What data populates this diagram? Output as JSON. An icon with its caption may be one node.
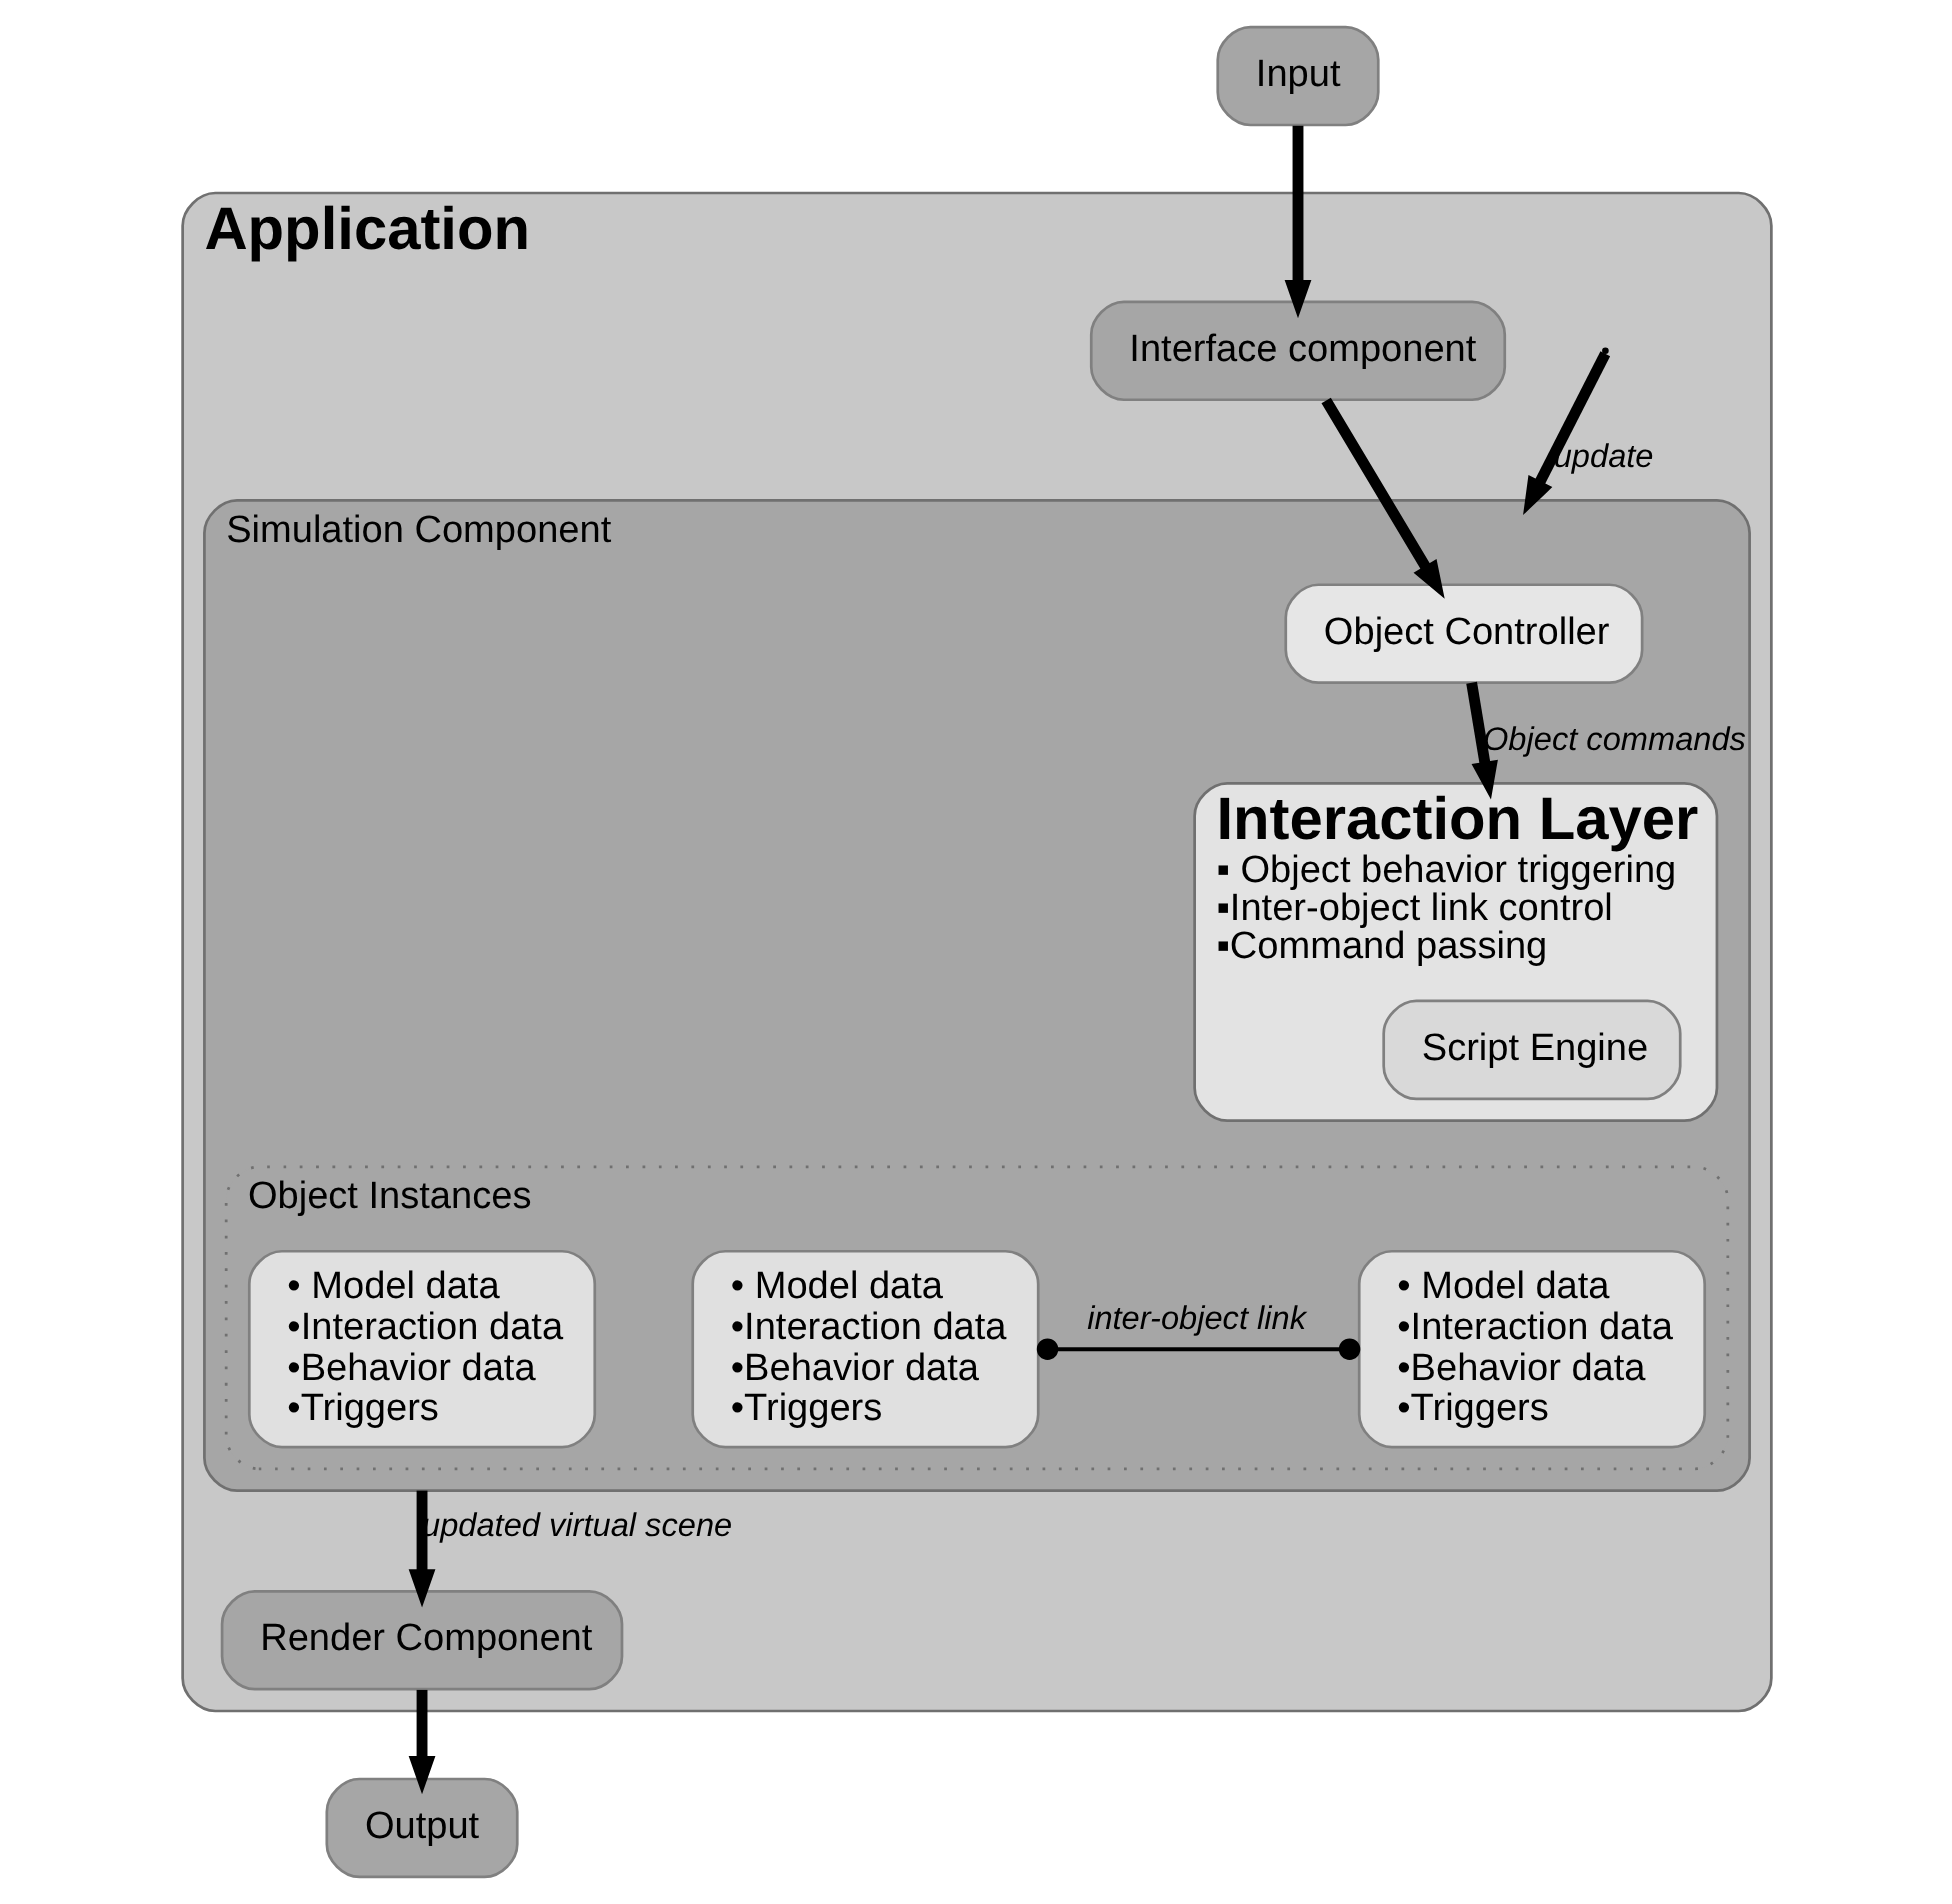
{
  "diagram": {
    "nodes": [
      {
        "text": [
          "Input"
        ]
      },
      {
        "text": [
          "Application"
        ]
      },
      {
        "text": [
          "Interface component"
        ],
        "in": 1
      },
      {
        "text": [
          "Simulation Component"
        ],
        "in": 1
      },
      {
        "text": [
          "Object Controller"
        ],
        "in": 3
      },
      {
        "text": [
          "Interaction Layer",
          "▪ Object behavior triggering",
          "▪Inter-object link control",
          "▪Command passing"
        ],
        "in": 3
      },
      {
        "text": [
          "Script Engine"
        ],
        "in": 5
      },
      {
        "text": [
          "Object Instances"
        ],
        "in": 3
      },
      {
        "text": [
          "• Model data",
          "•Interaction data",
          "•Behavior data",
          "•Triggers"
        ],
        "in": 7
      },
      {
        "text": [
          "• Model data",
          "•Interaction data",
          "•Behavior data",
          "•Triggers"
        ],
        "in": 7
      },
      {
        "text": [
          "• Model data",
          "•Interaction data",
          "•Behavior data",
          "•Triggers"
        ],
        "in": 7
      },
      {
        "text": [
          "Render Component"
        ],
        "in": 1
      },
      {
        "text": [
          "Output"
        ]
      }
    ],
    "edges": [
      {
        "from": 0,
        "to": 2,
        "arrow": "to"
      },
      {
        "from": 2,
        "to": 4,
        "arrow": "to"
      },
      {
        "from": null,
        "to": 3,
        "arrow": "to",
        "label": "update"
      },
      {
        "from": 4,
        "to": 5,
        "arrow": "to",
        "label": "Object commands"
      },
      {
        "from": 8,
        "to": 9,
        "arrow": "other",
        "label": "inter-object link"
      },
      {
        "from": 3,
        "to": 11,
        "arrow": "to",
        "label": "updated virtual scene"
      },
      {
        "from": 11,
        "to": 12,
        "arrow": "to"
      }
    ]
  }
}
